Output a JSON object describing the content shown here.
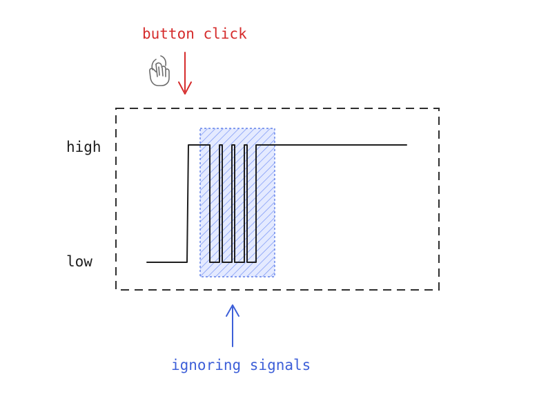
{
  "labels": {
    "button_click": "button click",
    "high": "high",
    "low": "low",
    "ignoring_signals": "ignoring signals"
  },
  "colors": {
    "signal": "#1d1d1d",
    "frame": "#2d2d2d",
    "click": "#d52b2b",
    "ignore": "#3d5fd8",
    "ignore_fill": "#6f8df5"
  },
  "icons": {
    "pointer": "hand-pointer-icon"
  }
}
